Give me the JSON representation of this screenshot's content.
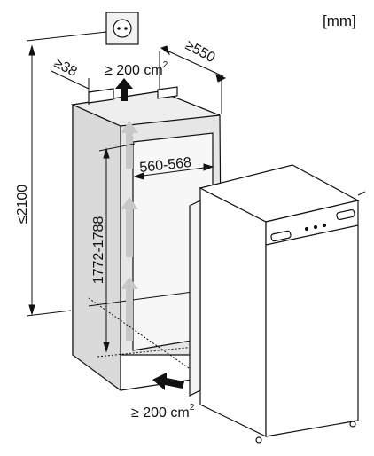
{
  "unit_label": "[mm]",
  "dimensions": {
    "height_max": "≤2100",
    "depth": "≥550",
    "gap_top": "≥38",
    "vent_top": "≥ 200 cm",
    "vent_top_sup": "2",
    "niche_width": "560-568",
    "niche_height": "1772-1788",
    "vent_bottom": "≥ 200 cm",
    "vent_bottom_sup": "2"
  },
  "colors": {
    "line": "#111111",
    "fill_cabinet": "#e6e6e6",
    "fill_appliance": "#ffffff",
    "arrow_black": "#111111",
    "arrow_grey": "#c8c8c8"
  },
  "icons": [
    "wall-socket-icon",
    "air-flow-arrow-icon"
  ]
}
